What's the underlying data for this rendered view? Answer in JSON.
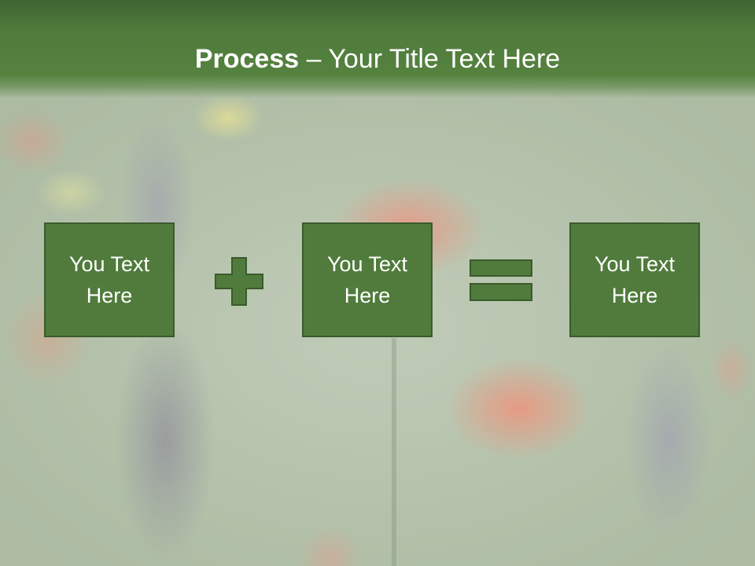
{
  "slide": {
    "title_bold": "Process",
    "title_rest": " – Your Title Text Here"
  },
  "process": {
    "boxes": [
      {
        "line1": "You Text",
        "line2": "Here"
      },
      {
        "line1": "You Text",
        "line2": "Here"
      },
      {
        "line1": "You Text",
        "line2": "Here"
      }
    ],
    "operators": [
      "plus-icon",
      "equals-icon"
    ]
  },
  "colors": {
    "header": "#55823f",
    "box_fill": "#507b3c",
    "box_border": "#3a5b2c",
    "operator_fill": "#507b3c",
    "text": "#ffffff"
  },
  "background": "meadow-photo"
}
